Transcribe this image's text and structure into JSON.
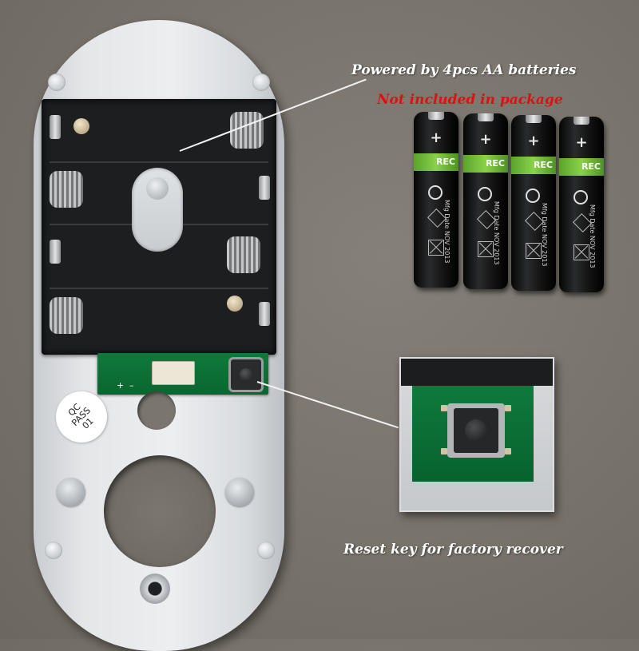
{
  "labels": {
    "power": "Powered by 4pcs AA batteries",
    "not_included": "Not included in package",
    "reset": "Reset key for factory recover"
  },
  "sticker": {
    "line1": "QC",
    "line2": "PASS",
    "line3": "01"
  },
  "pcb_markings": {
    "plus": "+",
    "minus": "–"
  },
  "batteries": [
    {
      "plus": "+",
      "band": "REC",
      "mfg": "Mfg Date NOV 2013"
    },
    {
      "plus": "+",
      "band": "REC",
      "mfg": "Mfg Date NOV 2013"
    },
    {
      "plus": "+",
      "band": "REC",
      "mfg": "Mfg Date NOV 2013"
    },
    {
      "plus": "+",
      "band": "REC",
      "mfg": "Mfg Date NOV 2013"
    }
  ],
  "colors": {
    "background": "#767169",
    "plate": "#e4e6e8",
    "battery_box": "#1d1e20",
    "pcb": "#0a6630",
    "battery_band": "#8ad24a",
    "warning_text": "#e01010",
    "callout_text": "#ffffff"
  }
}
